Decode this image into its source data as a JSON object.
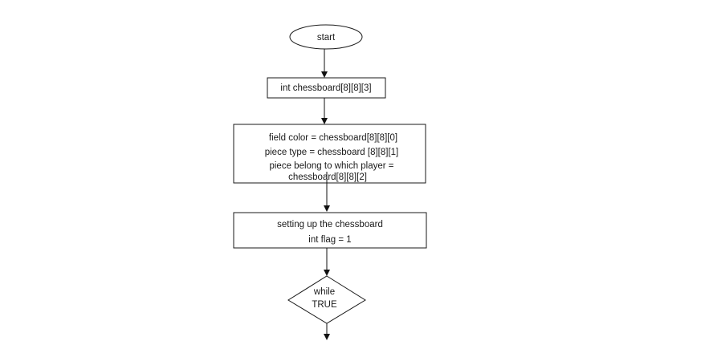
{
  "flowchart": {
    "start": {
      "label": "start"
    },
    "declare": {
      "label": "int chessboard[8][8][3]"
    },
    "fields": {
      "lines": [
        "field color = chessboard[8][8][0]",
        "piece type = chessboard [8][8][1]",
        "piece belong to which player =",
        "chessboard[8][8][2]"
      ]
    },
    "setup": {
      "lines": [
        "setting up the chessboard",
        "int flag = 1"
      ]
    },
    "loop": {
      "lines": [
        "while",
        "TRUE"
      ]
    }
  }
}
